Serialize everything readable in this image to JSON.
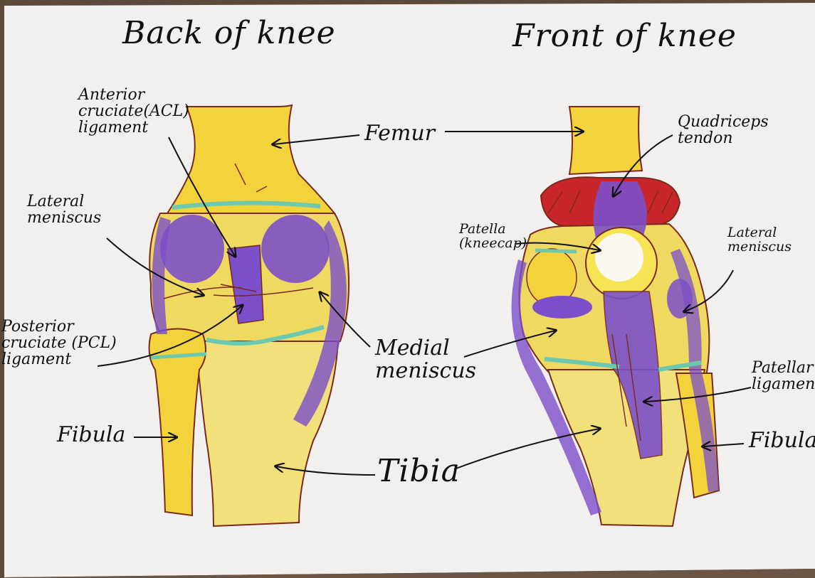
{
  "titles": {
    "back": "Back of knee",
    "front": "Front of knee"
  },
  "labels": {
    "acl": "Anterior\ncruciate(ACL)\nligament",
    "lateral_meniscus_back": "Lateral\nmeniscus",
    "pcl": "Posterior\ncruciate (PCL)\nligament",
    "fibula_back": "Fibula",
    "femur": "Femur",
    "quadriceps_tendon": "Quadriceps tendon",
    "patella": "Patella\n(kneecap)",
    "lateral_meniscus_front": "Lateral\nmeniscus",
    "medial_meniscus": "Medial\nmeniscus",
    "patellar_ligament": "Patellar\nligament",
    "fibula_front": "Fibula",
    "tibia": "Tibia"
  },
  "colors": {
    "paper": "#f1f0ee",
    "bone": "#f2d33c",
    "ligament": "#7b4fc9",
    "meniscus": "#6cc9b0",
    "muscle": "#c8262a",
    "outline": "#7a2a1c",
    "ink": "#111111"
  }
}
